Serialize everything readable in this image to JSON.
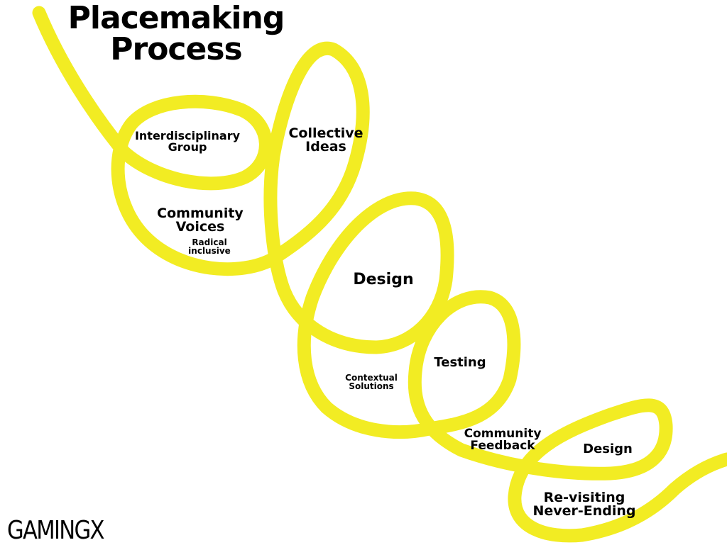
{
  "title": {
    "line1": "Placemaking",
    "line2": "Process"
  },
  "brand": "GAMINGX",
  "colors": {
    "spiral": "#f2ec23",
    "text": "#000000",
    "background": "#ffffff"
  },
  "labels": {
    "interdisciplinary": {
      "line1": "Interdisciplinary",
      "line2": "Group"
    },
    "collective": {
      "line1": "Collective",
      "line2": "Ideas"
    },
    "community_voices": {
      "line1": "Community",
      "line2": "Voices"
    },
    "radical": {
      "line1": "Radical",
      "line2": "inclusive"
    },
    "design1": "Design",
    "testing": "Testing",
    "contextual": {
      "line1": "Contextual",
      "line2": "Solutions"
    },
    "community_feedback": {
      "line1": "Community",
      "line2": "Feedback"
    },
    "design2": "Design",
    "revisiting": {
      "line1": "Re-visiting",
      "line2": "Never-Ending"
    }
  }
}
